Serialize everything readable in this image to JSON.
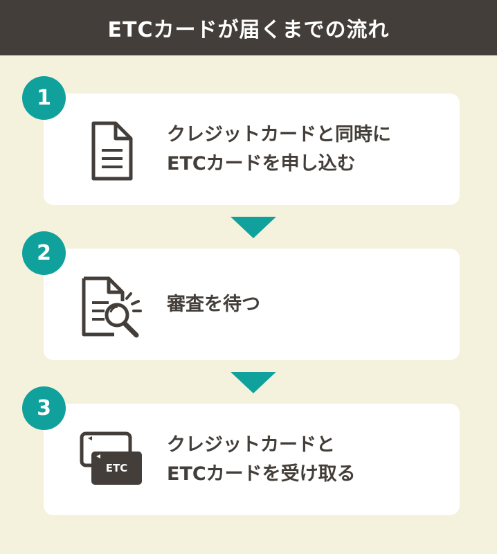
{
  "header": {
    "title": "ETCカードが届くまでの流れ"
  },
  "steps": [
    {
      "number": "1",
      "line1": "クレジットカードと同時に",
      "line2": "ETCカードを申し込む",
      "icon": "document-icon"
    },
    {
      "number": "2",
      "line1": "審査を待つ",
      "line2": "",
      "icon": "document-search-icon"
    },
    {
      "number": "3",
      "line1": "クレジットカードと",
      "line2": "ETCカードを受け取る",
      "icon": "etc-card-icon",
      "card_label": "ETC"
    }
  ],
  "colors": {
    "header_bg": "#433e39",
    "page_bg": "#f4f2dc",
    "accent": "#10a19c",
    "text": "#433e39"
  }
}
